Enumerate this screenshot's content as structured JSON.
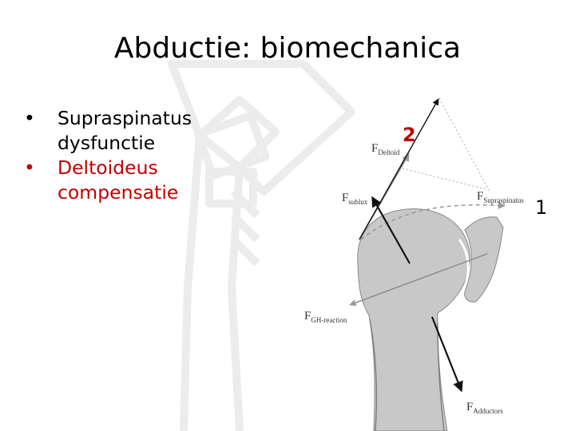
{
  "slide": {
    "title": "Abductie: biomechanica",
    "bullets": [
      {
        "text": "Supraspinatus dysfunctie",
        "lines": [
          "Supraspinatus",
          "dysfunctie"
        ],
        "color": "#000000"
      },
      {
        "text": "Deltoideus compensatie",
        "lines": [
          "Deltoideus",
          "compensatie"
        ],
        "color": "#c00000"
      }
    ],
    "bullet_glyph": "•"
  },
  "diagram": {
    "force_labels": [
      {
        "main": "F",
        "sub": "Deltoid"
      },
      {
        "main": "F",
        "sub": "sublux"
      },
      {
        "main": "F",
        "sub": "Supraspinatus"
      },
      {
        "main": "F",
        "sub": "GH-reaction"
      },
      {
        "main": "F",
        "sub": "Adductors"
      }
    ],
    "markers": [
      {
        "text": "2",
        "color": "#c00000"
      },
      {
        "text": "1",
        "color": "#000000"
      }
    ]
  }
}
